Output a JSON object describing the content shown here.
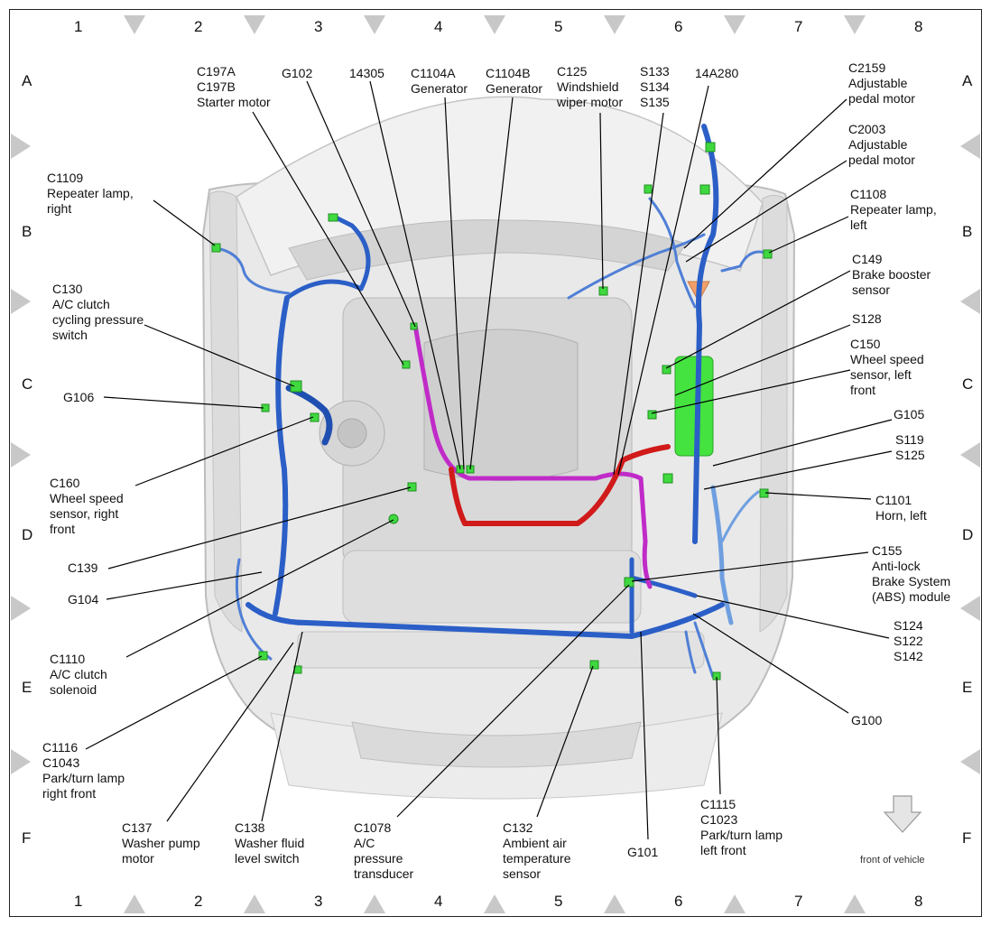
{
  "grid": {
    "columns": [
      "1",
      "2",
      "3",
      "4",
      "5",
      "6",
      "7",
      "8"
    ],
    "rows": [
      "A",
      "B",
      "C",
      "D",
      "E",
      "F"
    ]
  },
  "legend": {
    "front_of_vehicle": "front of vehicle"
  },
  "colors": {
    "harness_blue": "#2b5fc7",
    "harness_light_blue": "#6f9fe0",
    "harness_red": "#d11a1a",
    "harness_magenta": "#c02bc8",
    "connector_green": "#3fd93f",
    "body_gray": "#e6e6e6",
    "body_outline": "#bdbdbd",
    "grid_marker": "#c8c8c8"
  },
  "labels": {
    "c1109": [
      "C1109",
      "Repeater lamp,",
      "right"
    ],
    "c197": [
      "C197A",
      "C197B",
      "Starter motor"
    ],
    "g102": [
      "G102"
    ],
    "n14305": [
      "14305"
    ],
    "c1104a": [
      "C1104A",
      "Generator"
    ],
    "c1104b": [
      "C1104B",
      "Generator"
    ],
    "c125": [
      "C125",
      "Windshield",
      "wiper motor"
    ],
    "s133": [
      "S133",
      "S134",
      "S135"
    ],
    "n14a280": [
      "14A280"
    ],
    "c2159": [
      "C2159",
      "Adjustable",
      "pedal motor"
    ],
    "c2003": [
      "C2003",
      "Adjustable",
      "pedal motor"
    ],
    "c1108": [
      "C1108",
      "Repeater lamp,",
      "left"
    ],
    "c130": [
      "C130",
      "A/C clutch",
      "cycling pressure",
      "switch"
    ],
    "c149": [
      "C149",
      "Brake booster",
      "sensor"
    ],
    "s128": [
      "S128"
    ],
    "c150": [
      "C150",
      "Wheel speed",
      "sensor, left",
      "front"
    ],
    "g106": [
      "G106"
    ],
    "g105": [
      "G105"
    ],
    "s119": [
      "S119",
      "S125"
    ],
    "c160": [
      "C160",
      "Wheel speed",
      "sensor, right",
      "front"
    ],
    "c1101": [
      "C1101",
      "Horn, left"
    ],
    "c139": [
      "C139"
    ],
    "c155": [
      "C155",
      "Anti-lock",
      "Brake System",
      "(ABS) module"
    ],
    "g104": [
      "G104"
    ],
    "s124": [
      "S124",
      "S122",
      "S142"
    ],
    "c1110": [
      "C1110",
      "A/C clutch",
      "solenoid"
    ],
    "g100": [
      "G100"
    ],
    "c1116": [
      "C1116",
      "C1043",
      "Park/turn lamp",
      "right front"
    ],
    "c137": [
      "C137",
      "Washer pump",
      "motor"
    ],
    "c138": [
      "C138",
      "Washer fluid",
      "level switch"
    ],
    "c1078": [
      "C1078",
      "A/C",
      "pressure",
      "transducer"
    ],
    "c132": [
      "C132",
      "Ambient air",
      "temperature",
      "sensor"
    ],
    "g101": [
      "G101"
    ],
    "c1115": [
      "C1115",
      "C1023",
      "Park/turn lamp",
      "left front"
    ]
  }
}
